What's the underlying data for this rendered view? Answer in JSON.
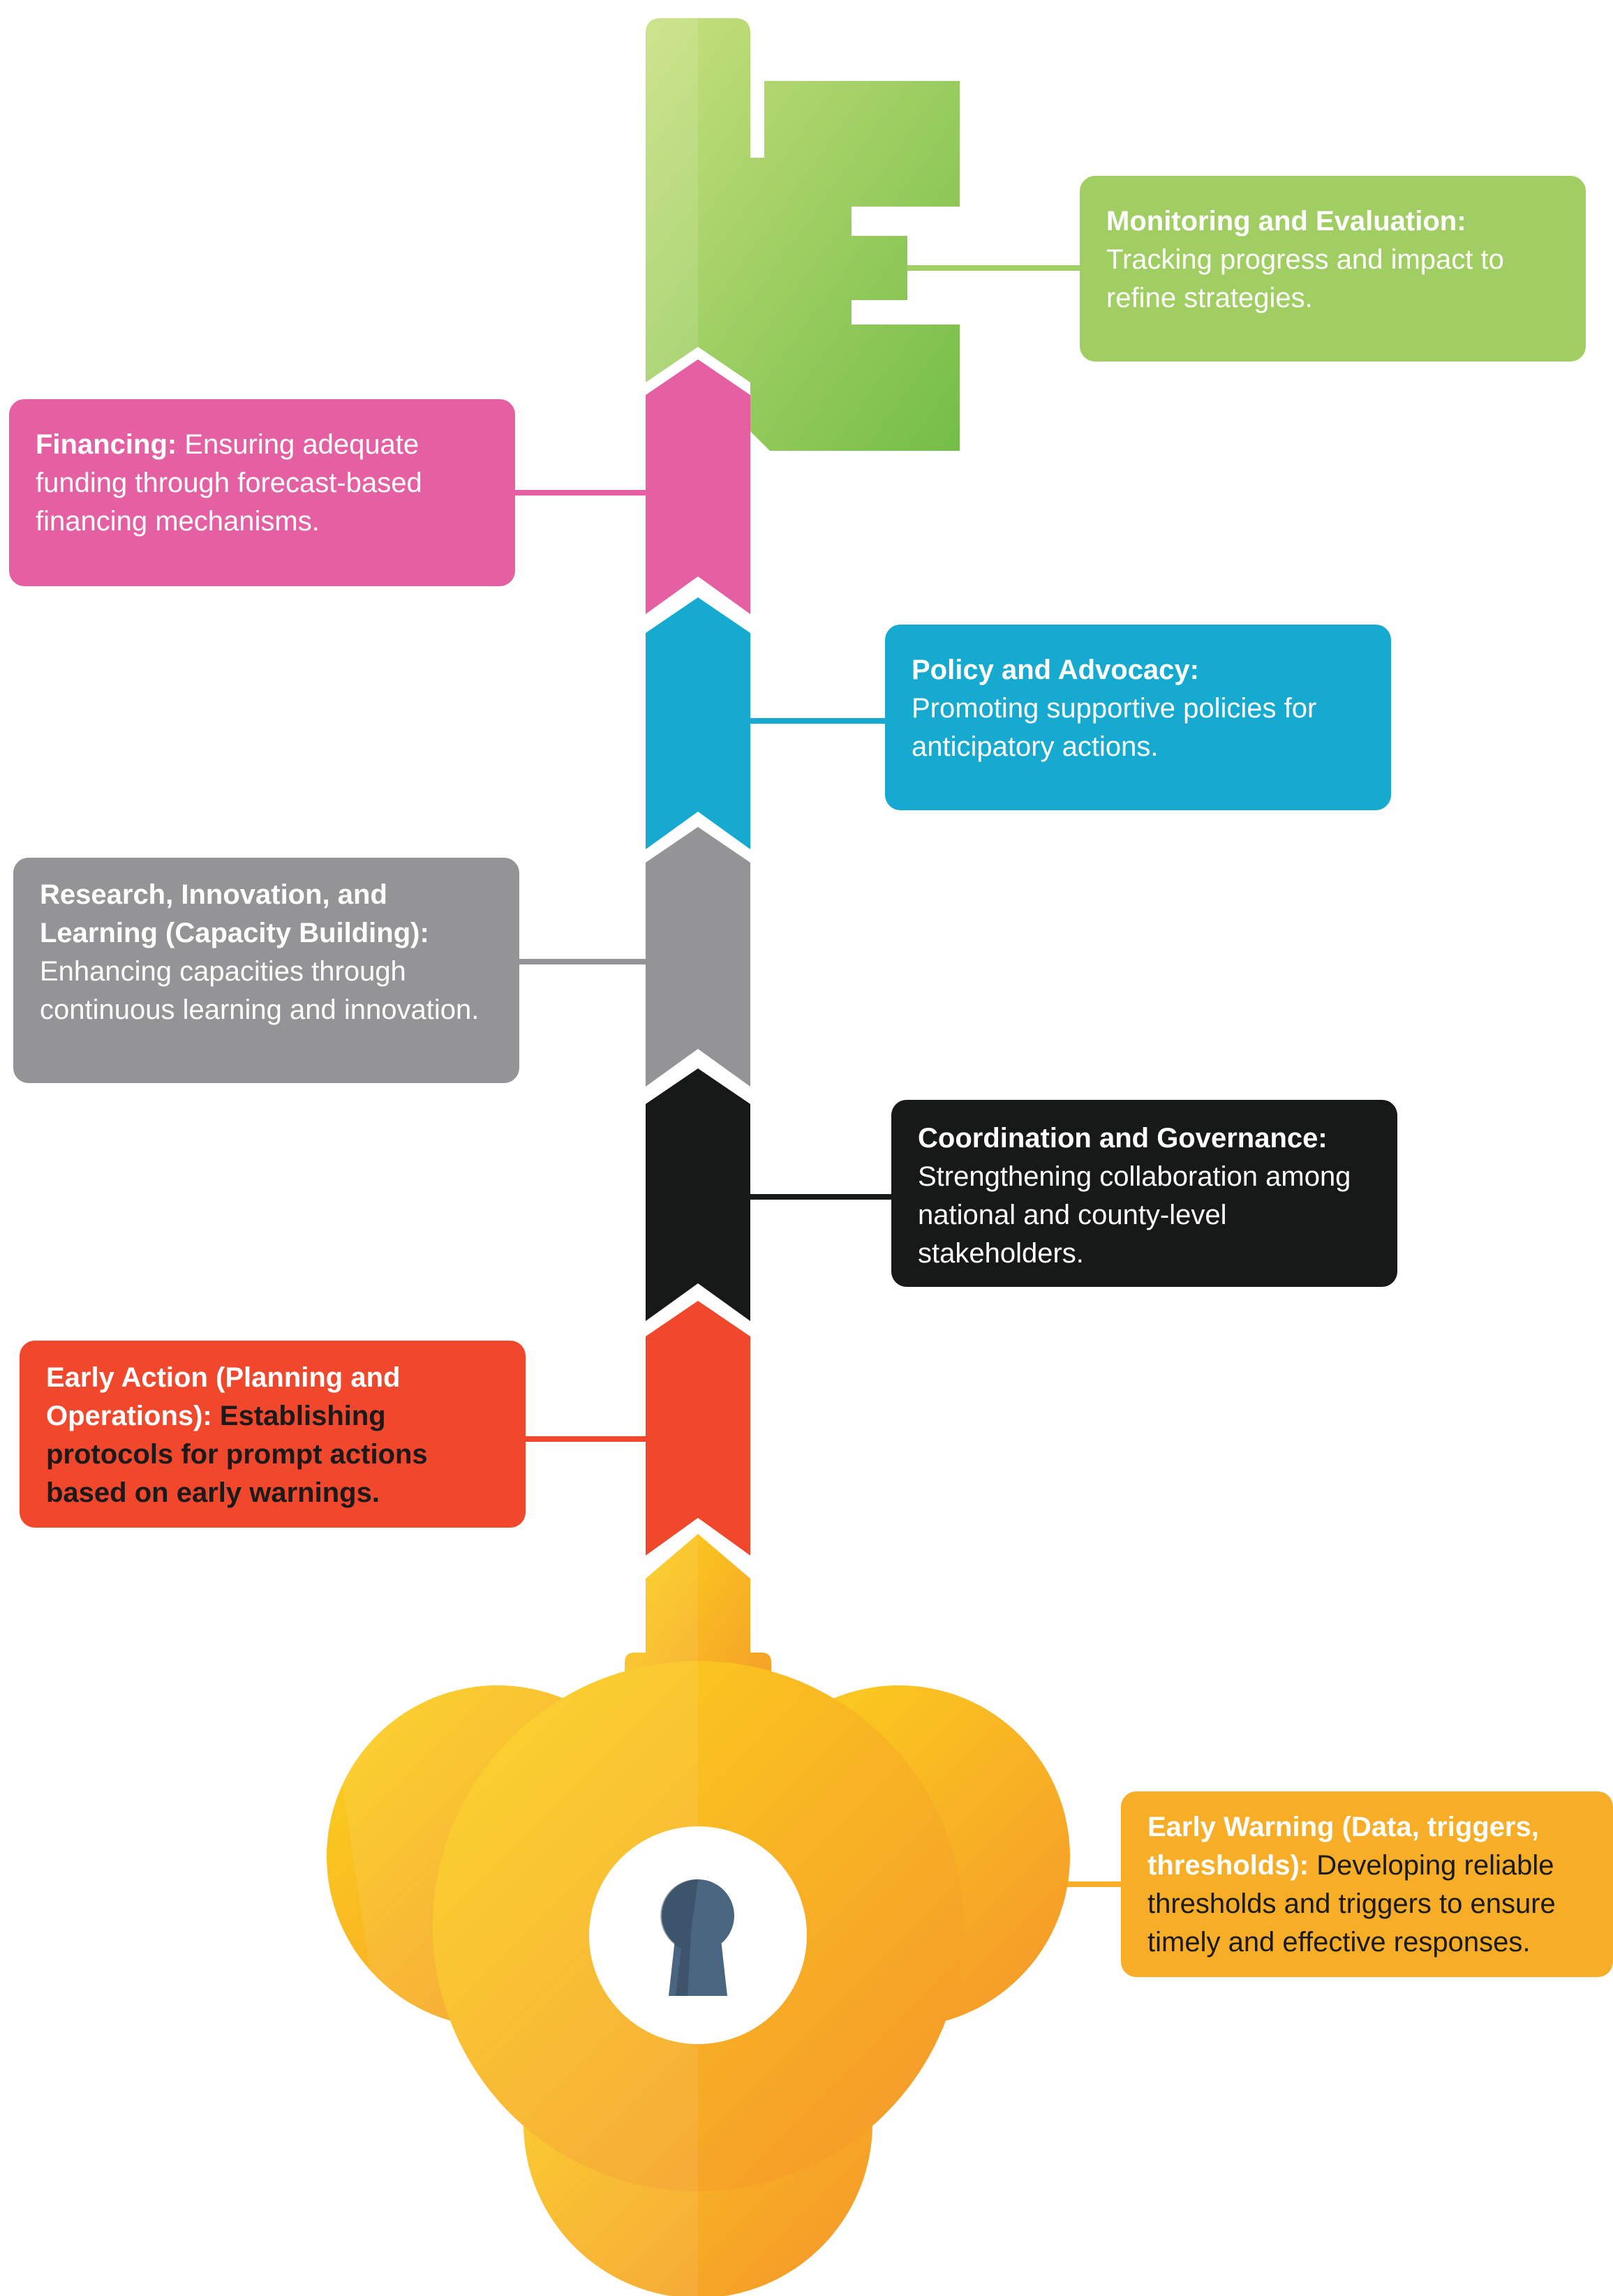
{
  "colors": {
    "green": "#8dc654",
    "pink": "#e560a3",
    "blue": "#17aad1",
    "gray": "#949396",
    "black": "#171918",
    "red": "#f0472d",
    "orange": "#f8ad26",
    "keyhole": "#4a6580"
  },
  "boxes": {
    "monitoring": {
      "title": "Monitoring and Evaluation:",
      "desc": "Tracking progress and impact to refine strategies."
    },
    "financing": {
      "title": "Financing:",
      "desc": "Ensuring adequate funding through forecast-based financing mechanisms."
    },
    "policy": {
      "title": "Policy and Advocacy:",
      "desc": "Promoting supportive policies for anticipatory actions."
    },
    "research": {
      "title": "Research, Innovation, and Learning (Capacity Building):",
      "desc": "Enhancing capacities through continuous learning and innovation."
    },
    "coordination": {
      "title": "Coordination and Governance:",
      "desc": "Strengthening collaboration among national and county-level stakeholders."
    },
    "early_action": {
      "title": "Early Action (Planning and Operations):",
      "desc": "Establishing protocols for prompt actions based on early warnings."
    },
    "early_warning": {
      "title": "Early Warning (Data, triggers, thresholds):",
      "desc": "Developing reliable thresholds and triggers to ensure timely and effective responses."
    }
  },
  "icons": {
    "keyhole": "keyhole-icon"
  }
}
